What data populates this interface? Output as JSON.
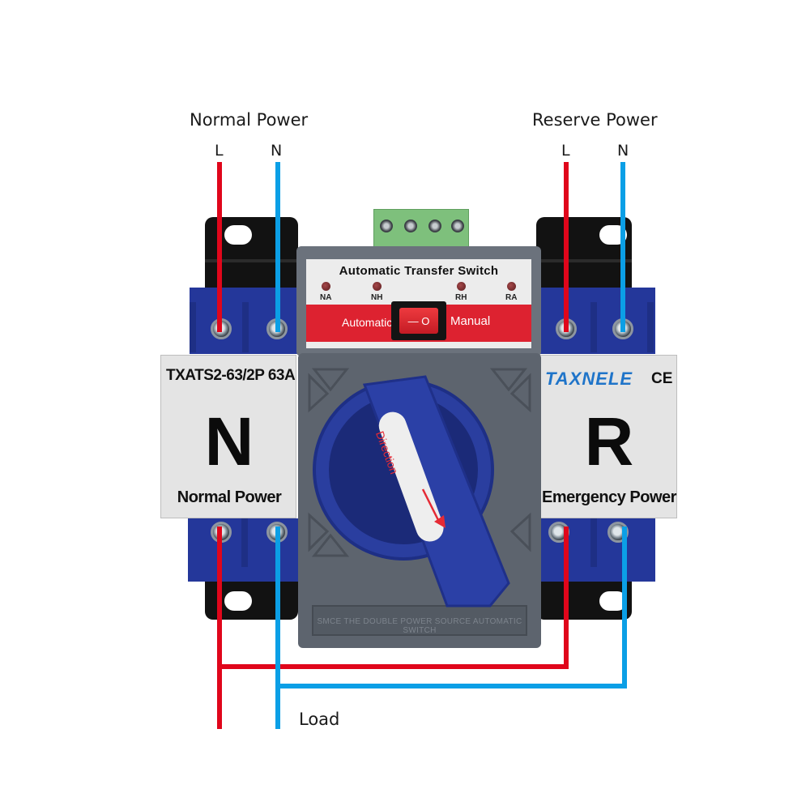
{
  "diagram": {
    "title": "Dual power automatic transfer switch wiring",
    "normal_power_header": "Normal Power",
    "reserve_power_header": "Reserve Power",
    "load_label": "Load",
    "pins": {
      "normal_L": "L",
      "normal_N": "N",
      "reserve_L": "L",
      "reserve_N": "N"
    },
    "wire_colors": {
      "live": "#e0061b",
      "neutral": "#0b9fe6"
    }
  },
  "device": {
    "left_panel": {
      "model": "TXATS2-63/2P 63A",
      "letter": "N",
      "subtitle": "Normal Power"
    },
    "right_panel": {
      "brand": "TAXNELE",
      "certification": "CE",
      "letter": "R",
      "subtitle": "Emergency Power"
    },
    "control_panel": {
      "title": "Automatic Transfer Switch",
      "indicators": [
        "NA",
        "NH",
        "RH",
        "RA"
      ],
      "mode_left": "Automatic",
      "mode_right": "Manual",
      "rocker_symbols": "— O"
    },
    "handle_label": "Direction",
    "embossed_text": "SMCE THE DOUBLE POWER SOURCE AUTOMATIC SWITCH",
    "control_terminal_screws": 4
  }
}
